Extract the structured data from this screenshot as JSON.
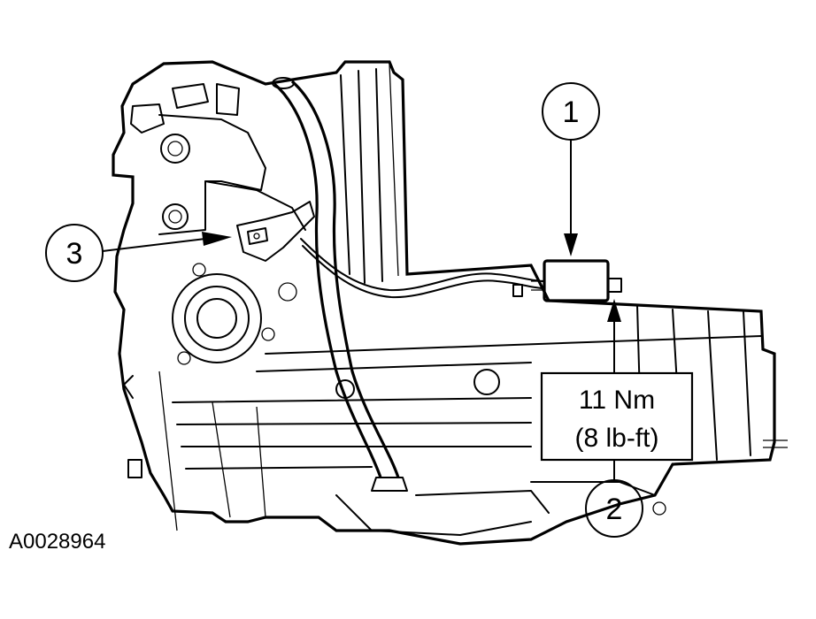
{
  "callouts": {
    "one": "1",
    "two": "2",
    "three": "3"
  },
  "torque": {
    "line1": "11 Nm",
    "line2": "(8 lb-ft)"
  },
  "figure_id": "A0028964",
  "colors": {
    "ink": "#000000",
    "paper": "#ffffff"
  }
}
